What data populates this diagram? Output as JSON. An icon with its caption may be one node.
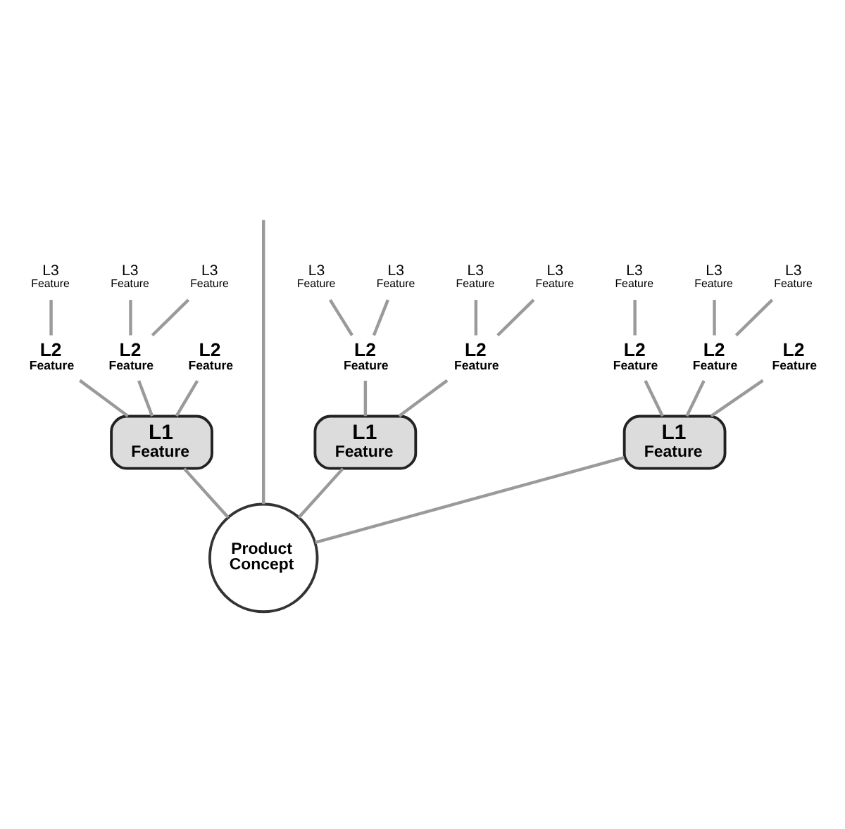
{
  "diagram": {
    "nodes": [
      {
        "text": [
          "L2",
          "Feature"
        ]
      },
      {
        "text": [
          "L3",
          "Feature"
        ]
      },
      {
        "text": [
          "L3",
          "Feature"
        ]
      },
      {
        "text": [
          "L1",
          "Feature"
        ]
      },
      {
        "text": [
          "L3",
          "Feature"
        ]
      },
      {
        "text": [
          "L3",
          "Feature"
        ]
      },
      {
        "text": [
          "L2",
          "Feature"
        ]
      },
      {
        "text": [
          "L2",
          "Feature"
        ]
      },
      {
        "text": [
          "L2",
          "Feature"
        ]
      },
      {
        "text": [
          "L3",
          "Feature"
        ]
      },
      {
        "text": [
          "L1",
          "Feature"
        ]
      },
      {
        "text": [
          "L3",
          "Feature"
        ]
      },
      {
        "text": [
          "L3",
          "Feature"
        ]
      },
      {
        "text": [
          "L2",
          "Feature"
        ]
      },
      {
        "text": [
          "L2",
          "Feature"
        ]
      },
      {
        "text": [
          "L2",
          "Feature"
        ]
      },
      {
        "text": [
          "L3",
          "Feature"
        ]
      },
      {
        "text": [
          "L1",
          "Feature"
        ]
      },
      {
        "text": [
          "L3",
          "Feature"
        ]
      },
      {
        "text": [
          "L3",
          "Feature"
        ]
      },
      {
        "text": [
          "L2",
          "Feature"
        ]
      },
      {
        "text": [
          "Product Concept"
        ]
      }
    ],
    "edges": [
      {
        "from": 21,
        "to": 10,
        "arrow": "none"
      },
      {
        "from": 21,
        "to": null,
        "arrow": "none"
      },
      {
        "from": 21,
        "to": 3,
        "arrow": "none"
      },
      {
        "from": 21,
        "to": 17,
        "arrow": "none"
      },
      {
        "from": 10,
        "to": 6,
        "arrow": "none"
      },
      {
        "from": 10,
        "to": 15,
        "arrow": "none"
      },
      {
        "from": 10,
        "to": 7,
        "arrow": "none"
      },
      {
        "from": 6,
        "to": 9,
        "arrow": "none"
      },
      {
        "from": 15,
        "to": 11,
        "arrow": "none"
      },
      {
        "from": 15,
        "to": 12,
        "arrow": "none"
      },
      {
        "from": 3,
        "to": 0,
        "arrow": "none"
      },
      {
        "from": 3,
        "to": 8,
        "arrow": "none"
      },
      {
        "from": 0,
        "to": 2,
        "arrow": "none"
      },
      {
        "from": 0,
        "to": 1,
        "arrow": "none"
      },
      {
        "from": 8,
        "to": 4,
        "arrow": "none"
      },
      {
        "from": 8,
        "to": 5,
        "arrow": "none"
      },
      {
        "from": 17,
        "to": 13,
        "arrow": "none"
      },
      {
        "from": 17,
        "to": 20,
        "arrow": "none"
      },
      {
        "from": 17,
        "to": 14,
        "arrow": "none"
      },
      {
        "from": 13,
        "to": 16,
        "arrow": "none"
      },
      {
        "from": 20,
        "to": 19,
        "arrow": "none"
      },
      {
        "from": 20,
        "to": 18,
        "arrow": "none"
      }
    ]
  }
}
